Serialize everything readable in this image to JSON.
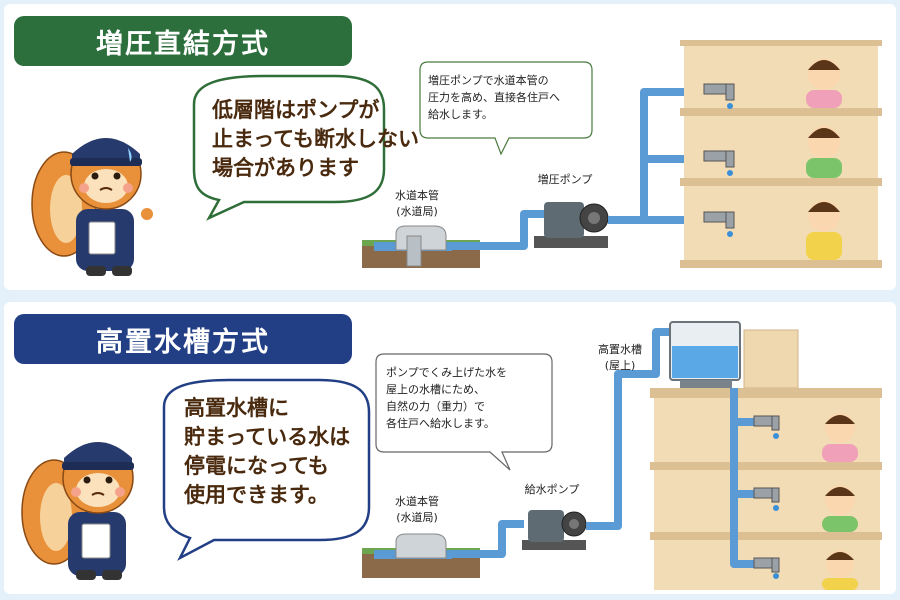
{
  "top": {
    "title": "増圧直結方式",
    "title_color": "#2c6e3c",
    "speech": "低層階はポンプが\n止まっても断水しない\n場合があります",
    "note": "増圧ポンプで水道本管の\n圧力を高め、直接各住戸へ\n給水します。",
    "main_label": "水道本管\n(水道局)",
    "pump_label": "増圧ポンプ"
  },
  "bottom": {
    "title": "高置水槽方式",
    "title_color": "#223f85",
    "speech": "高置水槽に\n貯まっている水は\n停電になっても\n使用できます。",
    "note": "ポンプでくみ上げた水を\n屋上の水槽にため、\n自然の力（重力）で\n各住戸へ給水します。",
    "tank_label": "高置水槽\n(屋上)",
    "pump_label": "給水ポンプ",
    "main_label": "水道本管\n(水道局)"
  },
  "colors": {
    "pipe": "#5a9bd5",
    "wood": "#f2dcb5",
    "bubble_border": "#1f1f1f"
  }
}
